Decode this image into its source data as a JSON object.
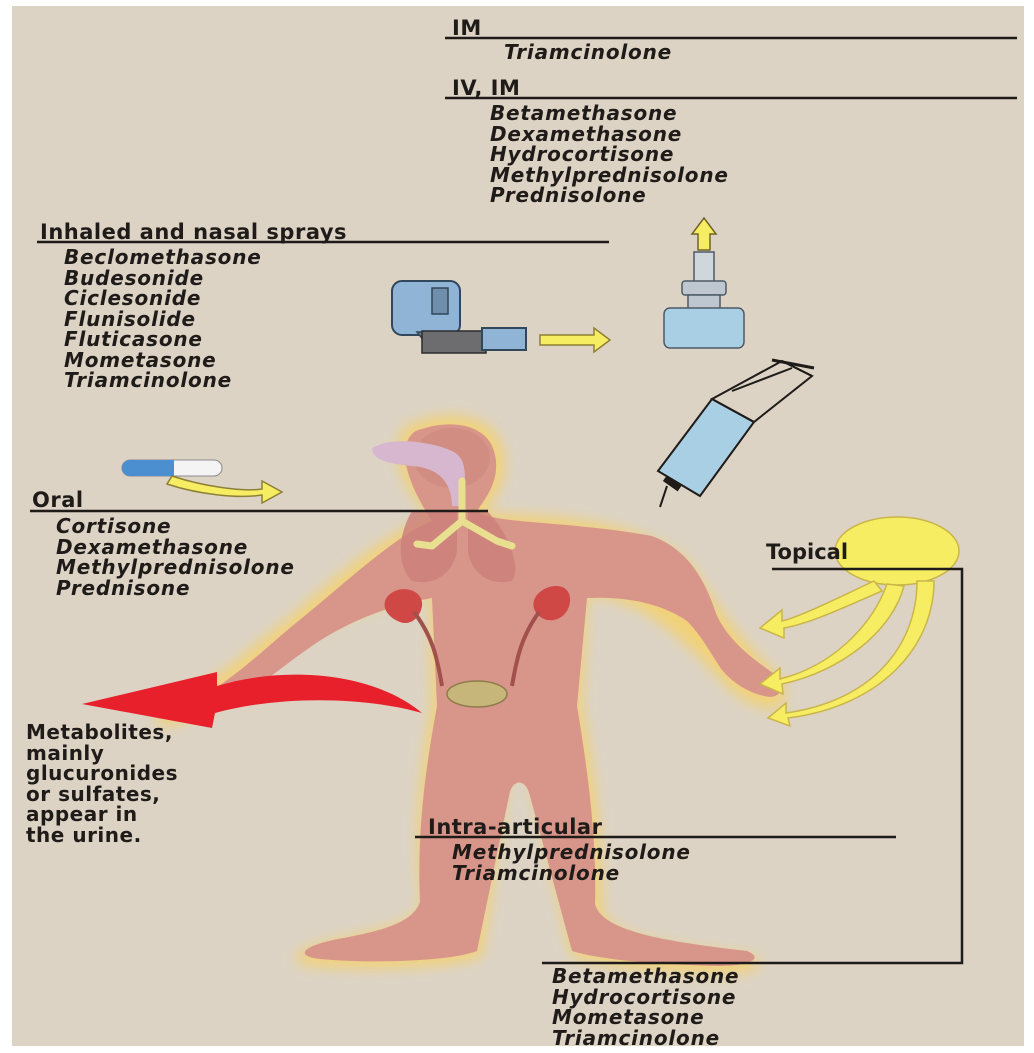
{
  "routes": {
    "im": {
      "heading": "IM",
      "drugs": [
        "Triamcinolone"
      ]
    },
    "iv_im": {
      "heading": "IV, IM",
      "drugs": [
        "Betamethasone",
        "Dexamethasone",
        "Hydrocortisone",
        "Methylprednisolone",
        "Prednisolone"
      ]
    },
    "inhaled": {
      "heading": "Inhaled and nasal sprays",
      "drugs": [
        "Beclomethasone",
        "Budesonide",
        "Ciclesonide",
        "Flunisolide",
        "Fluticasone",
        "Mometasone",
        "Triamcinolone"
      ]
    },
    "oral": {
      "heading": "Oral",
      "drugs": [
        "Cortisone",
        "Dexamethasone",
        "Methylprednisolone",
        "Prednisone"
      ]
    },
    "topical": {
      "heading": "Topical",
      "drugs": [
        "Betamethasone",
        "Hydrocortisone",
        "Mometasone",
        "Triamcinolone"
      ]
    },
    "intra_articular": {
      "heading": "Intra-articular",
      "drugs": [
        "Methylprednisolone",
        "Triamcinolone"
      ]
    }
  },
  "metabolites": {
    "lines": [
      "Metabolites,",
      "mainly",
      "glucuronides",
      "or sulfates,",
      "appear in",
      "the urine."
    ]
  },
  "colors": {
    "background": "#dcd3c5",
    "skin": "#d7968a",
    "glow": "#f2d37a",
    "topical_yellow": "#f6ec63",
    "excretion_arrow": "#e8202b",
    "kidney": "#cc4a47",
    "bladder": "#c9b87a",
    "device_blue": "#8fb4d6"
  }
}
